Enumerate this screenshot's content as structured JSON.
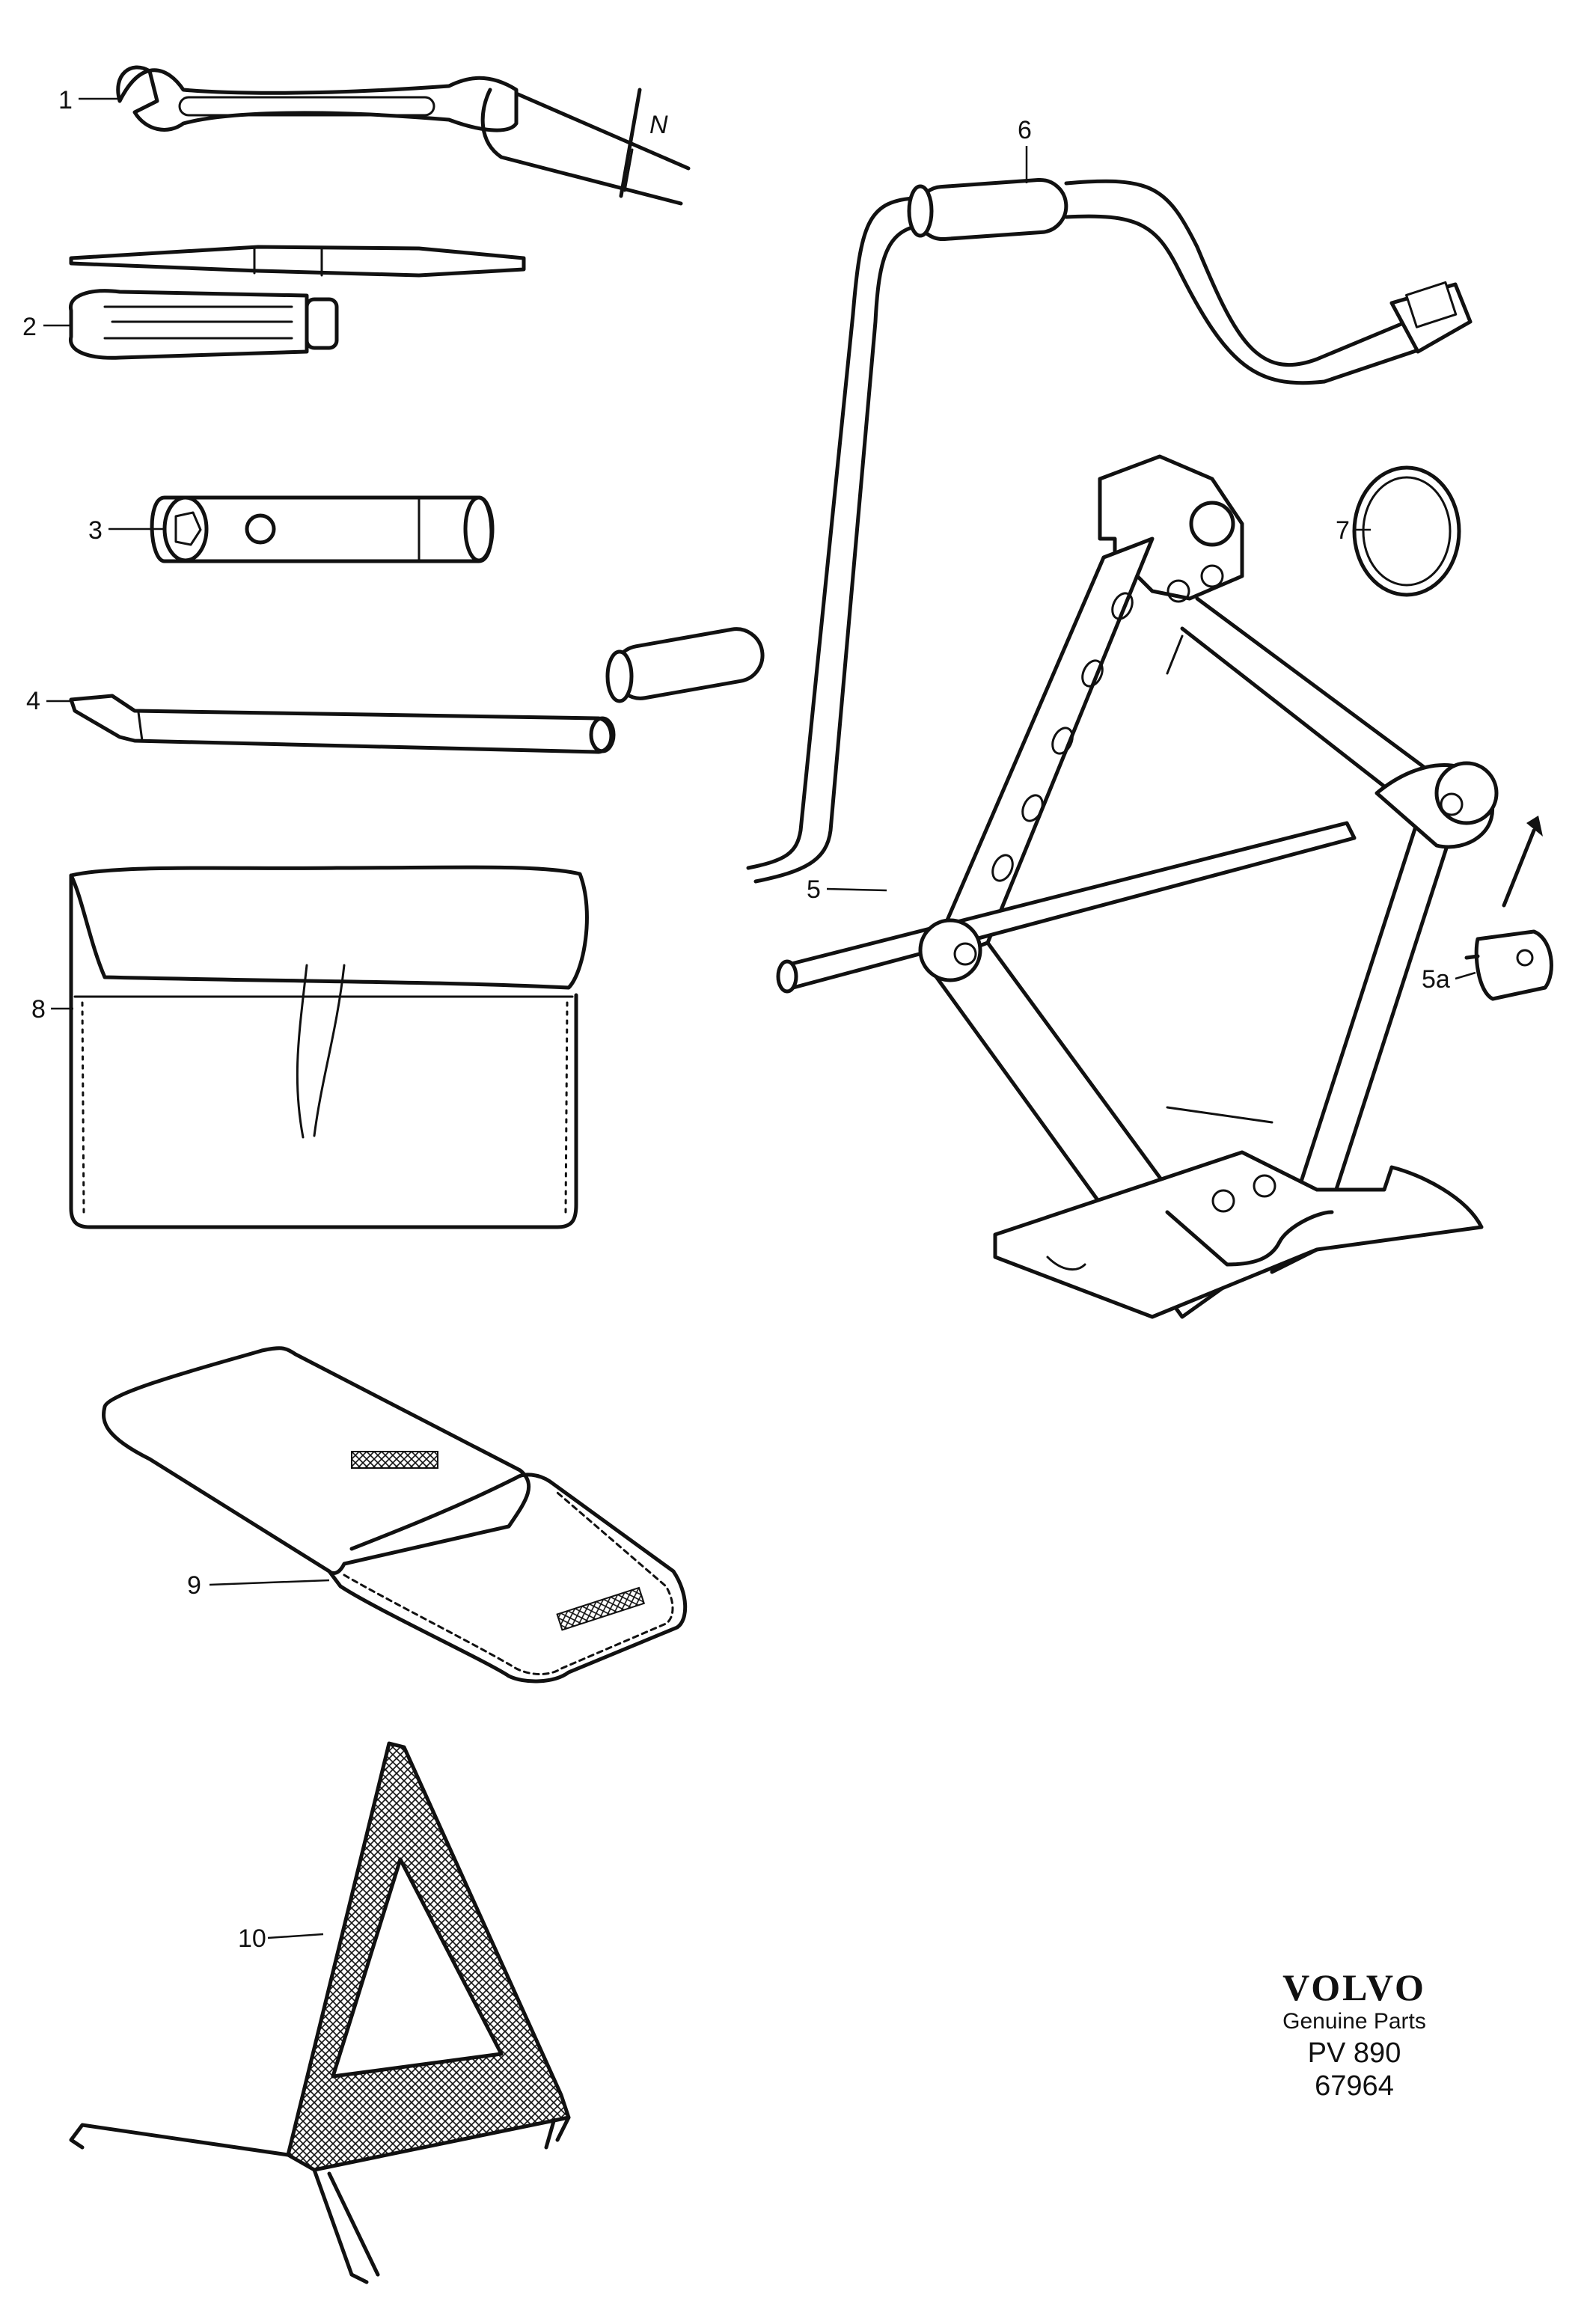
{
  "callouts": {
    "c1": "1",
    "c2": "2",
    "c3": "3",
    "c4": "4",
    "c5": "5",
    "c5a": "5a",
    "c6": "6",
    "c7": "7",
    "c8": "8",
    "c9": "9",
    "c10": "10",
    "dim_n": "N"
  },
  "brand": {
    "logo": "VOLVO",
    "subtitle": "Genuine Parts",
    "code": "PV 890 67964"
  },
  "colors": {
    "line": "#111111",
    "background": "#ffffff"
  }
}
